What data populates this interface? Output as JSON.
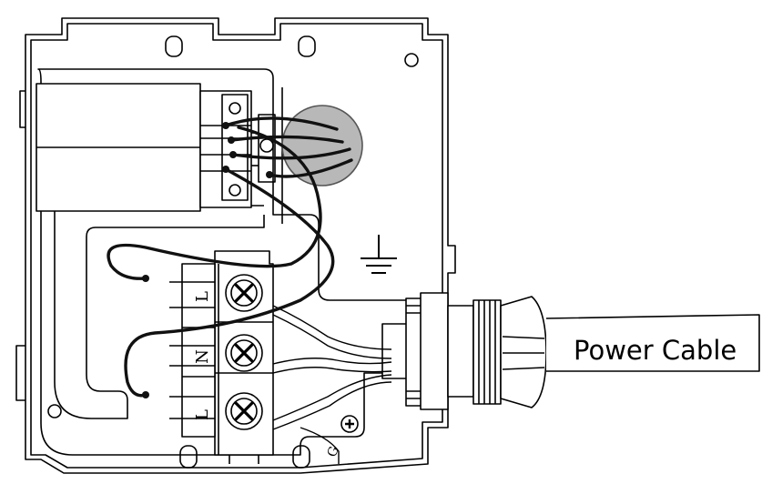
{
  "labels": {
    "power_cable": "Power Cable",
    "terminal_l_top": "L",
    "terminal_n": "N",
    "terminal_l_bottom": "L",
    "ground_mark": "G"
  },
  "colors": {
    "line": "#000000",
    "wire": "#111111",
    "grommet": "#b8b8b8",
    "background": "#ffffff"
  },
  "icons": {
    "earth": "earth-ground-icon",
    "ground_screw": "ground-screw-icon",
    "terminal_screw": "terminal-screw-icon"
  }
}
